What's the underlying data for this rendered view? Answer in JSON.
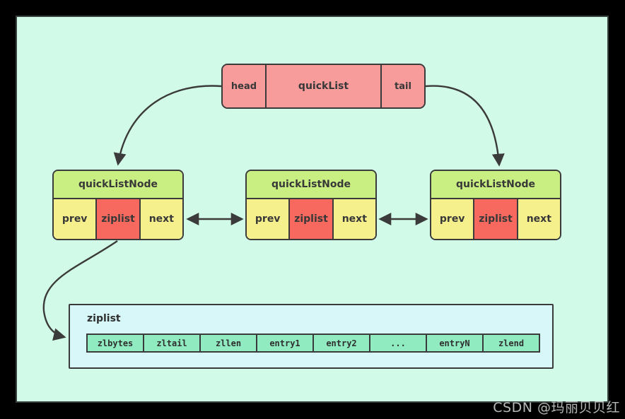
{
  "quicklist": {
    "head": "head",
    "title": "quickList",
    "tail": "tail"
  },
  "nodes": [
    {
      "header": "quickListNode",
      "cells": [
        "prev",
        "ziplist",
        "next"
      ]
    },
    {
      "header": "quickListNode",
      "cells": [
        "prev",
        "ziplist",
        "next"
      ]
    },
    {
      "header": "quickListNode",
      "cells": [
        "prev",
        "ziplist",
        "next"
      ]
    }
  ],
  "zipbox": {
    "title": "ziplist",
    "cells": [
      "zlbytes",
      "zltail",
      "zllen",
      "entry1",
      "entry2",
      "...",
      "entryN",
      "zlend"
    ]
  },
  "watermark": {
    "text": "CSDN @玛丽贝贝红"
  },
  "colors": {
    "frame": "#000000",
    "canvas_background": "#d2fae8",
    "quicklist_fill": "#f89b9b",
    "node_header_fill": "#c9ee82",
    "pointer_cell_fill": "#f5f08c",
    "ziplist_cell_fill": "#f7685e",
    "zipbox_background": "#d7f7f9",
    "zipbox_cell_fill": "#90ebc0",
    "stroke": "#3b3b3b",
    "watermark_text": "#b4b8b7"
  }
}
